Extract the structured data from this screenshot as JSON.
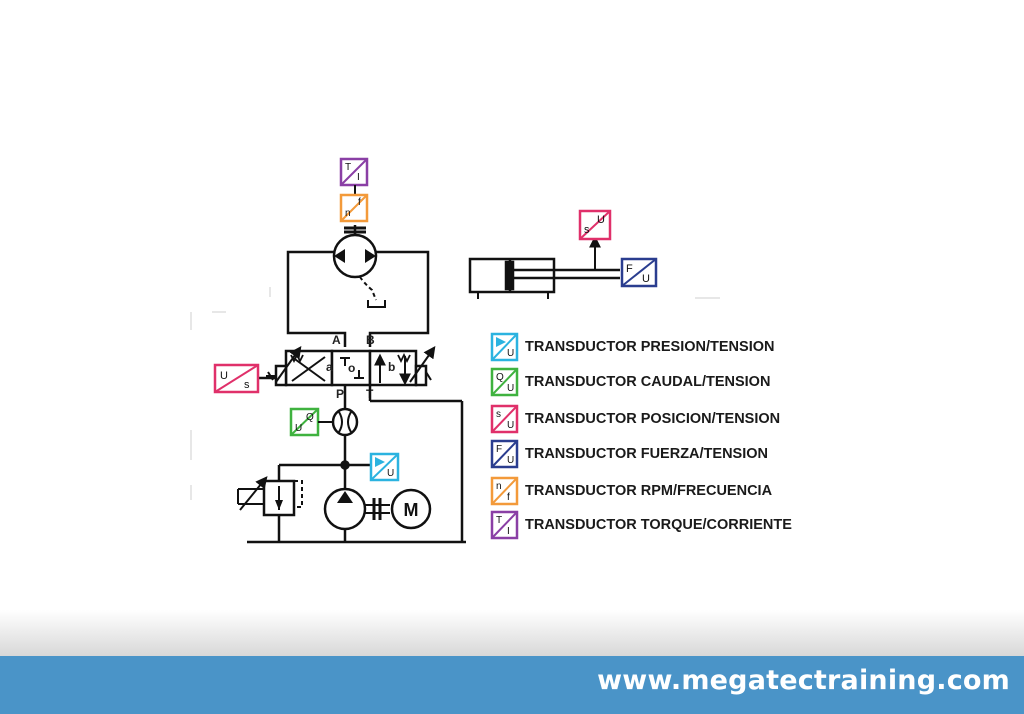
{
  "diagram": {
    "ports": {
      "a_port": "A",
      "b_port": "B",
      "p_port": "P",
      "t_port": "T",
      "spool_a": "a",
      "spool_o": "o",
      "spool_b": "b"
    },
    "motor_label": "M",
    "transducers": [
      {
        "id": "presion",
        "color": "#2bb3e0",
        "top": "",
        "bottom": "U",
        "label": "TRANSDUCTOR PRESION/TENSION"
      },
      {
        "id": "caudal",
        "color": "#3fb23f",
        "top": "Q",
        "bottom": "U",
        "label": "TRANSDUCTOR CAUDAL/TENSION"
      },
      {
        "id": "posicion",
        "color": "#e0306a",
        "top": "s",
        "bottom": "U",
        "label": "TRANSDUCTOR POSICION/TENSION"
      },
      {
        "id": "fuerza",
        "color": "#2a3d8f",
        "top": "F",
        "bottom": "U",
        "label": "TRANSDUCTOR FUERZA/TENSION"
      },
      {
        "id": "rpm",
        "color": "#f39a3a",
        "top": "n",
        "bottom": "f",
        "label": "TRANSDUCTOR RPM/FRECUENCIA"
      },
      {
        "id": "torque",
        "color": "#8a3fa5",
        "top": "T",
        "bottom": "I",
        "label": "TRANSDUCTOR TORQUE/CORRIENTE"
      }
    ],
    "placed_boxes": {
      "torque_box": {
        "top": "T",
        "bottom": "I"
      },
      "rpm_box": {
        "top": "n",
        "bottom": "f"
      },
      "cyl_position_box": {
        "top": "s",
        "bottom": "U"
      },
      "cyl_force_box": {
        "top": "F",
        "bottom": "U"
      },
      "valve_position_box": {
        "top": "U",
        "bottom": "s"
      },
      "flow_box": {
        "top": "Q",
        "bottom": "U"
      },
      "pressure_box": {
        "top": "",
        "bottom": "U"
      }
    }
  },
  "footer": {
    "url": "www.megatectraining.com"
  }
}
